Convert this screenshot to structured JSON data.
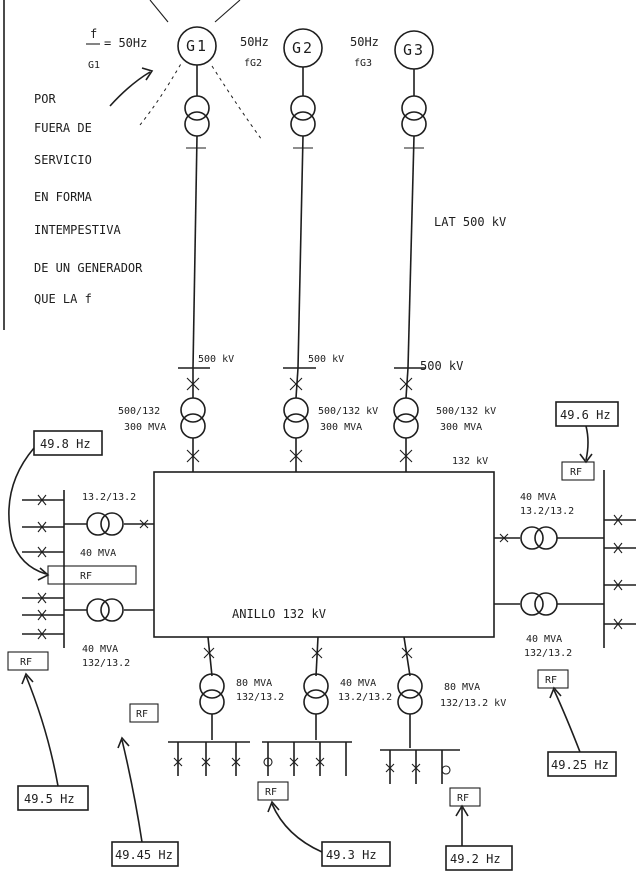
{
  "generators": [
    {
      "id": "g1",
      "label": "G1",
      "freq_top": "f",
      "freq_eq": "= 50Hz",
      "freq_bottom": "G1"
    },
    {
      "id": "g2",
      "label": "G2",
      "freq_top": "50Hz",
      "freq_bottom": "fG2"
    },
    {
      "id": "g3",
      "label": "G3",
      "freq_top": "50Hz",
      "freq_bottom": "fG3"
    }
  ],
  "note_lines": [
    "POR",
    "FUERA DE",
    "SERVICIO",
    "EN FORMA",
    "INTEMPESTIVA",
    "DE UN GENERADOR",
    "QUE LA f"
  ],
  "line_label": "LAT 500 kV",
  "bus_voltage": [
    "500 kV",
    "500 kV",
    "500 kV"
  ],
  "transformers_top": [
    {
      "line1": "500/132",
      "line2": "300 MVA"
    },
    {
      "line1": "500/132 kV",
      "line2": "300 MVA"
    },
    {
      "line1": "500/132 kV",
      "line2": "300 MVA"
    }
  ],
  "ring_voltage": "132 kV",
  "ring_label": "ANILLO 132 kV",
  "left_transformers": [
    {
      "ratio": "13.2/13.2",
      "power": "40 MVA"
    },
    {
      "ratio": "132/13.2",
      "power": "40 MVA"
    }
  ],
  "right_transformers": [
    {
      "power": "40 MVA",
      "ratio": "13.2/13.2"
    },
    {
      "power": "40 MVA",
      "ratio": "132/13.2"
    }
  ],
  "bottom_transformers": [
    {
      "power": "80 MVA",
      "ratio": "132/13.2"
    },
    {
      "power": "40 MVA",
      "ratio": "13.2/13.2"
    },
    {
      "power": "80 MVA",
      "ratio": "132/13.2 kV"
    }
  ],
  "relay_boxes": [
    "RF",
    "RF",
    "RF",
    "RF",
    "RF",
    "RF",
    "RF"
  ],
  "freq_settings": [
    "49.8 Hz",
    "49.5 Hz",
    "49.25 Hz",
    "49.6 Hz",
    "49.45 Hz",
    "49.3 Hz",
    "49.2 Hz"
  ]
}
